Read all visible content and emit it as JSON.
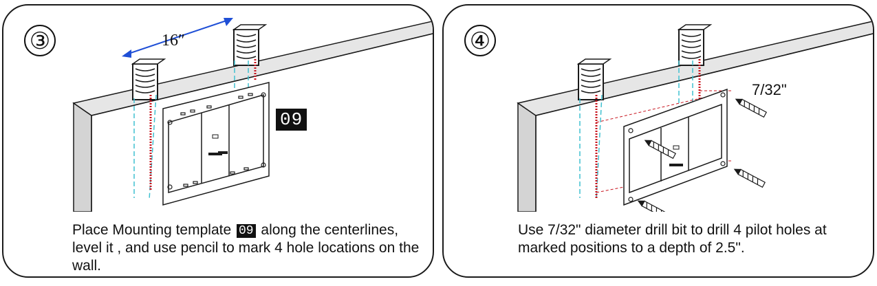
{
  "step3": {
    "number": "③",
    "dimension_label": "16″",
    "template_badge": "09",
    "caption_before": "Place Mounting template ",
    "caption_badge": "09",
    "caption_after": " along the centerlines, level it , and use pencil to mark 4 hole locations on the wall."
  },
  "step4": {
    "number": "④",
    "drill_label": "7/32\"",
    "caption": "Use 7/32\" diameter drill bit to drill 4 pilot holes at marked positions to a depth of 2.5\"."
  },
  "colors": {
    "stud_mark": "#c8141e",
    "centerline": "#3fc0d0",
    "outline": "#1a1a1a",
    "dimension_arrow": "#1f4fd6"
  }
}
